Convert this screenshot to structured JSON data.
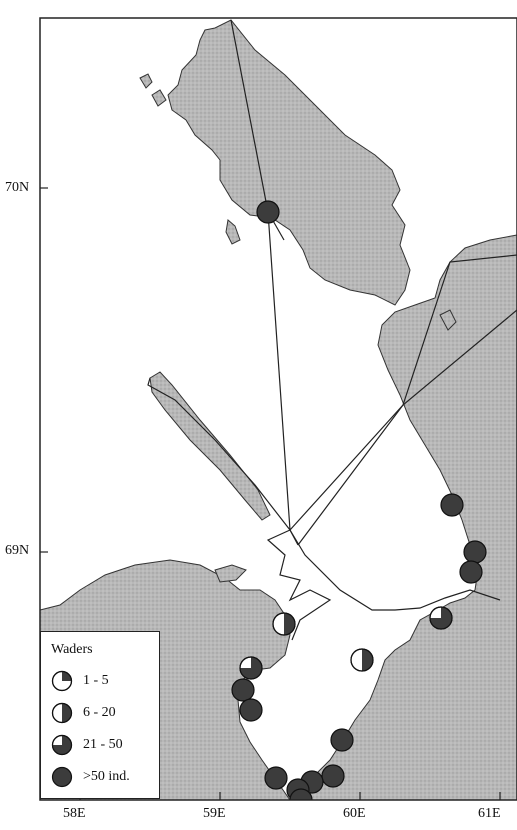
{
  "map": {
    "latitude_labels": [
      "70N",
      "69N"
    ],
    "longitude_labels": [
      "58E",
      "59E",
      "60E",
      "61E"
    ],
    "colors": {
      "land": "#b8b8b8",
      "land_texture": "#9a9a9a",
      "water": "#ffffff",
      "track": "#222222",
      "marker_fill": "#3c3c3c",
      "marker_outline": "#111111"
    }
  },
  "legend": {
    "title": "Waders",
    "items": [
      {
        "label": "1 - 5",
        "fill_fraction": 0.25
      },
      {
        "label": "6 - 20",
        "fill_fraction": 0.5
      },
      {
        "label": "21 - 50",
        "fill_fraction": 0.75
      },
      {
        "label": ">50 ind.",
        "fill_fraction": 1.0
      }
    ]
  },
  "observations": [
    {
      "category": 3,
      "id": "vaygach-north"
    },
    {
      "category": 3,
      "id": "east-coast-1"
    },
    {
      "category": 3,
      "id": "east-coast-2"
    },
    {
      "category": 3,
      "id": "east-coast-3"
    },
    {
      "category": 2,
      "id": "east-coast-4"
    },
    {
      "category": 1,
      "id": "bay-east"
    },
    {
      "category": 1,
      "id": "bay-west"
    },
    {
      "category": 2,
      "id": "south-west-1"
    },
    {
      "category": 3,
      "id": "south-west-2"
    },
    {
      "category": 3,
      "id": "south-west-3"
    },
    {
      "category": 3,
      "id": "south-1"
    },
    {
      "category": 3,
      "id": "south-2"
    },
    {
      "category": 3,
      "id": "south-3"
    },
    {
      "category": 3,
      "id": "south-4"
    },
    {
      "category": 3,
      "id": "south-5"
    },
    {
      "category": 3,
      "id": "south-east"
    }
  ]
}
